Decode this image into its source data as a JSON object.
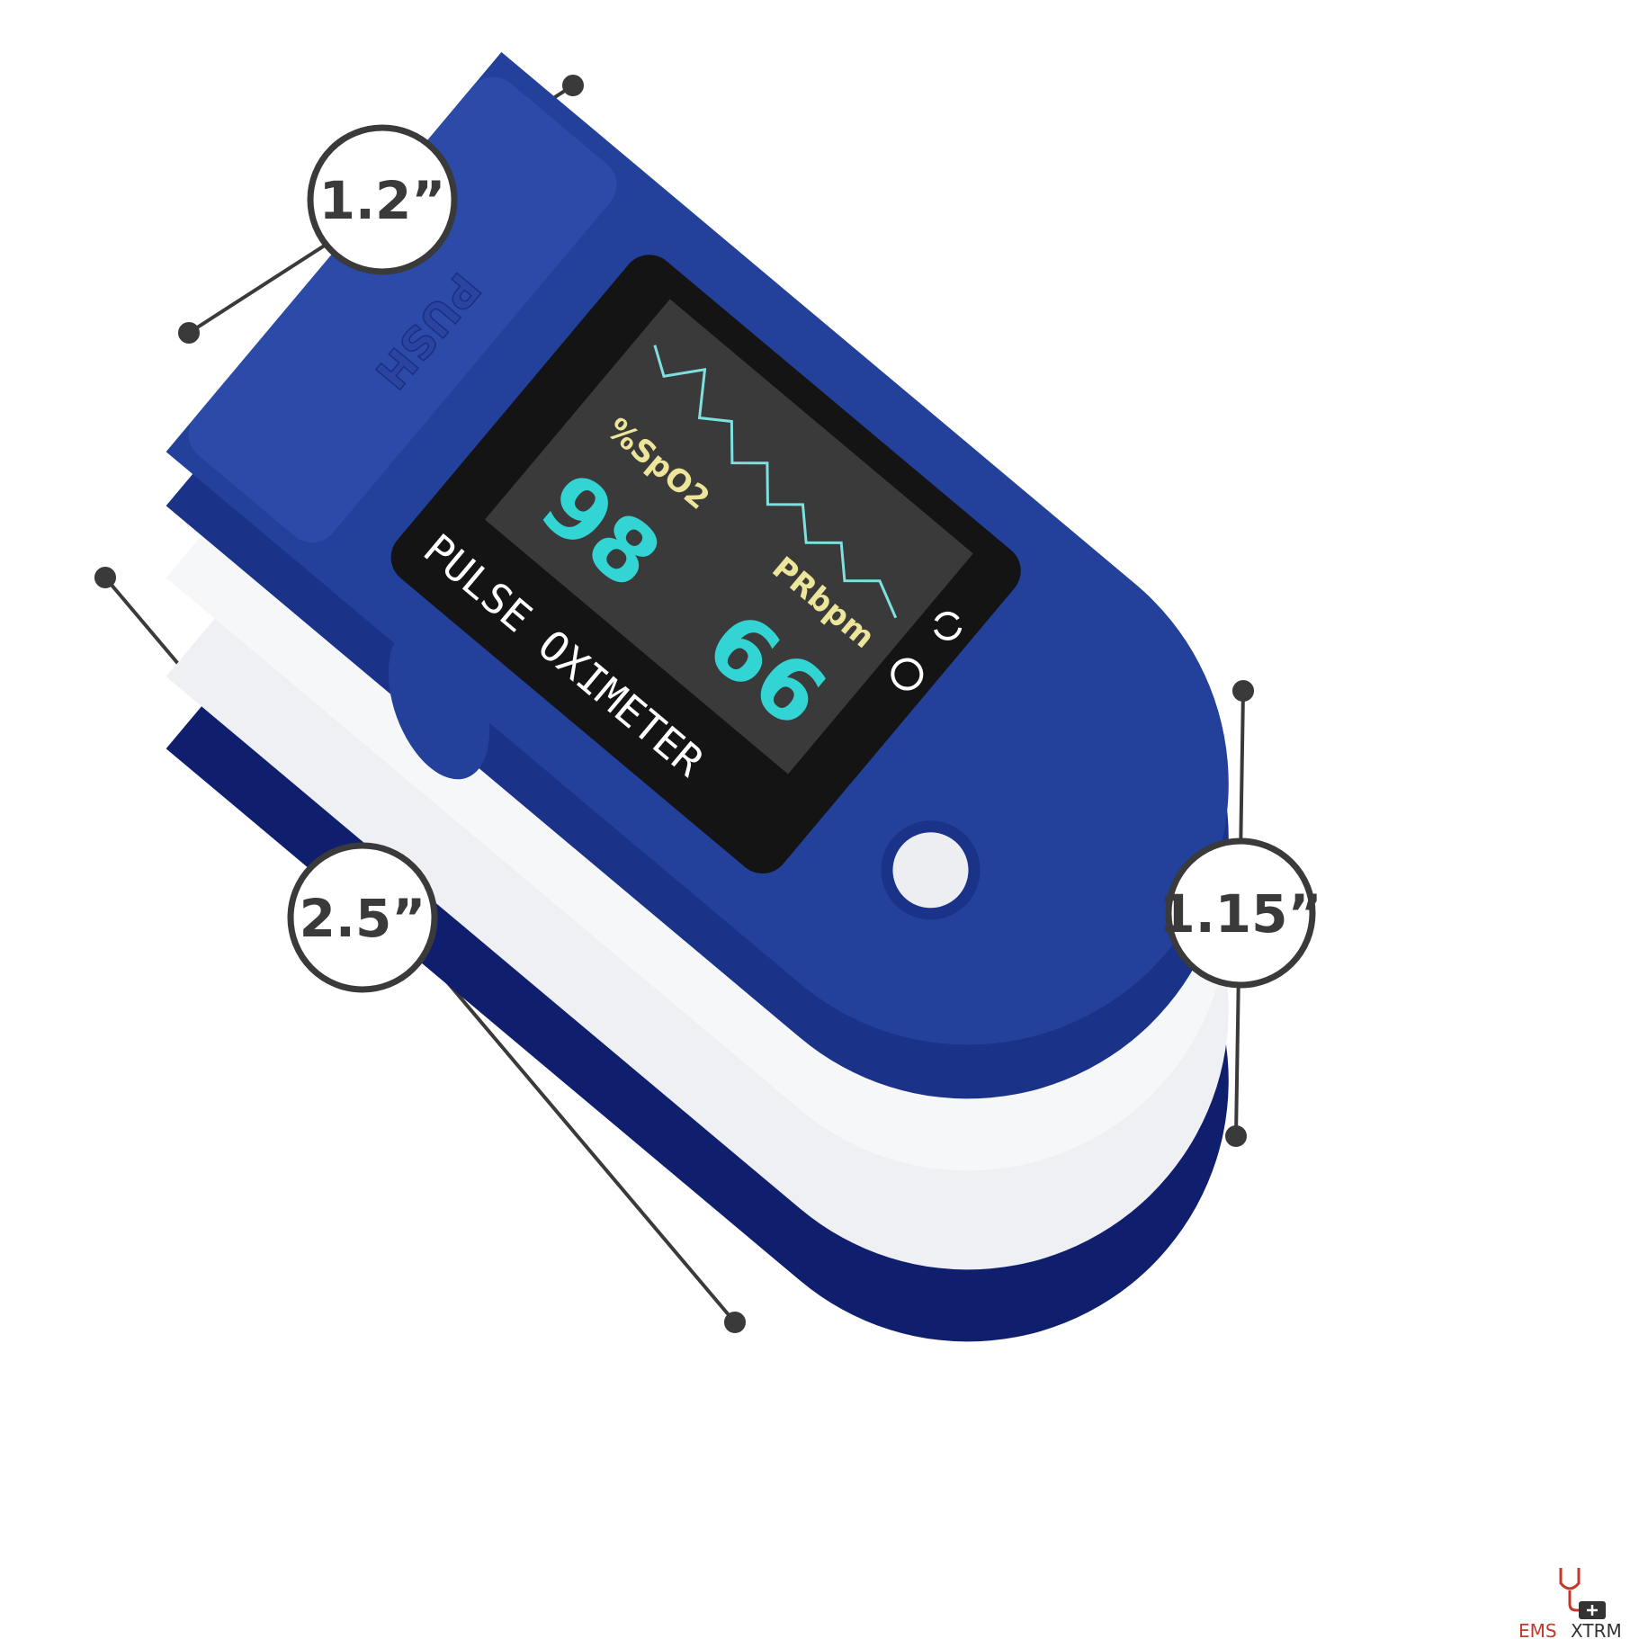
{
  "product": {
    "screen_title": "PULSE OXIMETER",
    "push_label": "PUSH",
    "spo2_label": "%SpO2",
    "spo2_value": "98",
    "pr_label": "PRbpm",
    "pr_value": "66",
    "icons": [
      "power-icon",
      "refresh-icon",
      "battery-icon",
      "signal-bars"
    ]
  },
  "dimensions": {
    "width": "1.2”",
    "length": "2.5”",
    "height": "1.15”"
  },
  "logo": {
    "word1": "EMS",
    "word2": "XTRM"
  },
  "colors": {
    "body_blue": "#23409a",
    "dark_blue": "#0f1f6e",
    "screen": "#141414",
    "cyan": "#33d4d4",
    "yellow": "#ece59a",
    "dimension": "#3a3a3a",
    "logo_red": "#c0392b"
  }
}
